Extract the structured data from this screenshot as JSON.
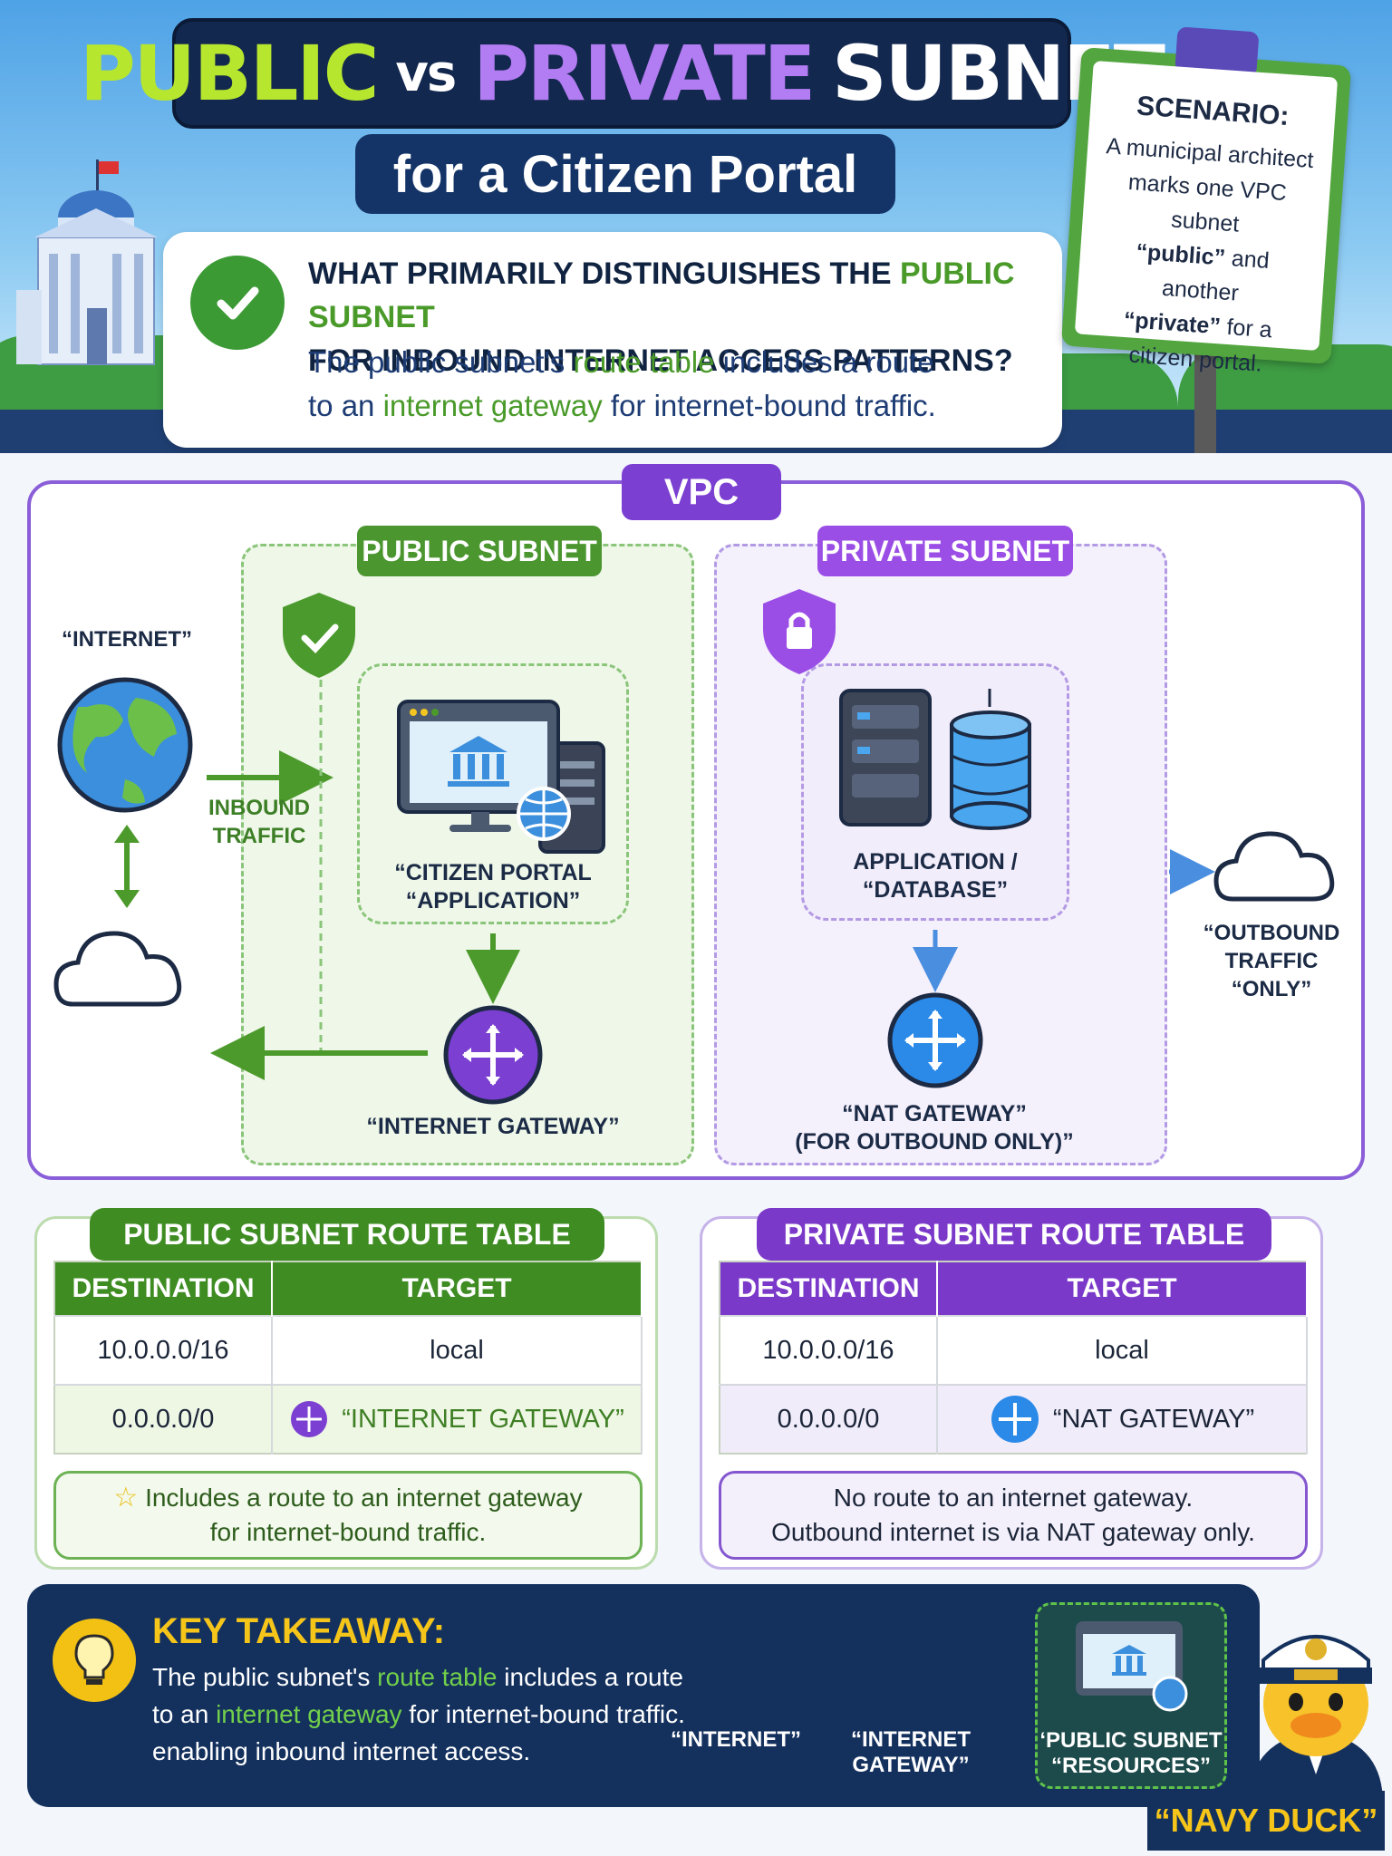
{
  "header": {
    "title_public": "PUBLIC",
    "title_vs": "vs",
    "title_private": "PRIVATE",
    "title_subnet": "SUBNET",
    "subtitle": "for a Citizen Portal"
  },
  "question": {
    "line1_a": "WHAT PRIMARILY DISTINGUISHES THE ",
    "line1_b": "PUBLIC SUBNET",
    "line2": "FOR INBOUND INTERNET ACCESS PATTERNS?",
    "ans_a": "The public subnet's ",
    "ans_b": "route table",
    "ans_c": " includes a route",
    "ans_d": "to an ",
    "ans_e": "internet gateway",
    "ans_f": " for internet-bound traffic."
  },
  "scenario": {
    "title": "SCENARIO:",
    "l1": "A municipal architect",
    "l2": "marks one VPC subnet",
    "l3a": "“public”",
    "l3b": " and another",
    "l4a": "“private”",
    "l4b": " for a",
    "l5": "citizen portal."
  },
  "diagram": {
    "vpc": "VPC",
    "public_subnet": "PUBLIC SUBNET",
    "private_subnet": "PRIVATE SUBNET",
    "internet": "“INTERNET”",
    "inbound_l1": "INBOUND",
    "inbound_l2": "TRAFFIC",
    "app_l1": "“CITIZEN PORTAL",
    "app_l2": "“APPLICATION”",
    "igw": "“INTERNET GATEWAY”",
    "db_l1": "APPLICATION /",
    "db_l2": "“DATABASE”",
    "nat_l1": "“NAT GATEWAY”",
    "nat_l2": "(FOR OUTBOUND ONLY)”",
    "out_l1": "“OUTBOUND",
    "out_l2": "TRAFFIC",
    "out_l3": "“ONLY”"
  },
  "public_table": {
    "title": "PUBLIC SUBNET ROUTE TABLE",
    "col_dest": "DESTINATION",
    "col_target": "TARGET",
    "rows": [
      {
        "dest": "10.0.0.0/16",
        "target": "local"
      },
      {
        "dest": "0.0.0.0/0",
        "target": "“INTERNET GATEWAY”"
      }
    ],
    "note_l1": "Includes a route to an internet gateway",
    "note_l2": "for internet-bound traffic."
  },
  "private_table": {
    "title": "PRIVATE SUBNET ROUTE TABLE",
    "col_dest": "DESTINATION",
    "col_target": "TARGET",
    "rows": [
      {
        "dest": "10.0.0.0/16",
        "target": "local"
      },
      {
        "dest": "0.0.0.0/0",
        "target": "“NAT GATEWAY”"
      }
    ],
    "note_l1": "No route to an internet gateway.",
    "note_l2": "Outbound internet is via NAT gateway only."
  },
  "takeaway": {
    "title": "KEY TAKEAWAY:",
    "b1a": "The public subnet's ",
    "b1b": "route table",
    "b1c": " includes a route",
    "b2a": "to an ",
    "b2b": "internet gateway",
    "b2c": " for internet-bound traffic.",
    "b3": "enabling inbound internet access.",
    "flow_internet": "“INTERNET”",
    "flow_igw_l1": "“INTERNET",
    "flow_igw_l2": "GATEWAY”",
    "flow_res_l1": "‘PUBLIC SUBNET",
    "flow_res_l2": "“RESOURCES”"
  },
  "mascot": {
    "name": "“NAVY DUCK”"
  },
  "colors": {
    "public_green": "#3e8c22",
    "private_purple": "#7a39c9",
    "navy": "#14315e",
    "gold": "#f5c51a"
  },
  "icons": [
    "building-icon",
    "check-icon",
    "globe-icon",
    "cloud-icon",
    "shield-check-icon",
    "lock-shield-icon",
    "monitor-icon",
    "server-icon",
    "database-icon",
    "router-icon",
    "star-icon",
    "lightbulb-icon",
    "duck-mascot-icon"
  ]
}
